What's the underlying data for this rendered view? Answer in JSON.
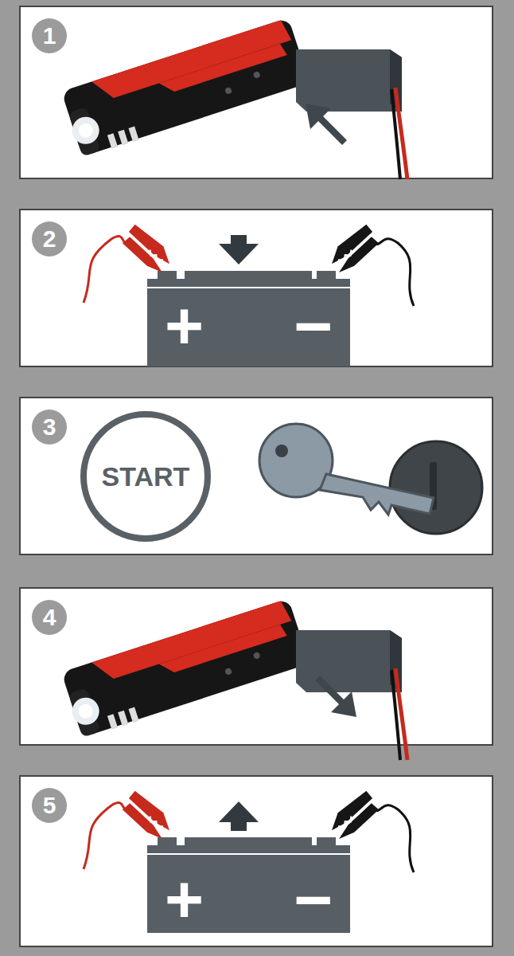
{
  "diagram": {
    "nodes": [
      {
        "text": [
          "1"
        ]
      },
      {
        "text": [
          "2"
        ]
      },
      {
        "text": [
          "+",
          "−"
        ]
      },
      {
        "text": [
          "3"
        ]
      },
      {
        "text": [
          "START"
        ]
      },
      {
        "text": [
          "4"
        ]
      },
      {
        "text": [
          "5"
        ]
      },
      {
        "text": [
          "+",
          "−"
        ]
      }
    ]
  }
}
